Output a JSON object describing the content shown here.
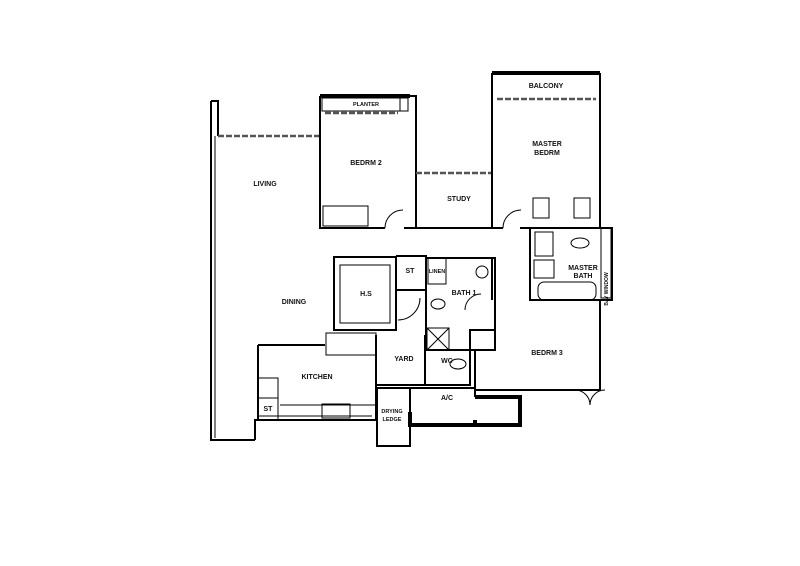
{
  "rooms": {
    "balcony": "BALCONY",
    "planter": "PLANTER",
    "living": "LIVING",
    "bedrm2": "BEDRM 2",
    "study": "STUDY",
    "master_bedrm_line1": "MASTER",
    "master_bedrm_line2": "BEDRM",
    "store_hs": "ST",
    "linen": "LINEN",
    "hs": "H.S",
    "bath1": "BATH 1",
    "master_bath_line1": "MASTER",
    "master_bath_line2": "BATH",
    "bay_window": "BAY WINDOW",
    "dining": "DINING",
    "yard": "YARD",
    "wc": "WC",
    "bedrm3": "BEDRM 3",
    "kitchen": "KITCHEN",
    "ac": "A/C",
    "store_kitchen": "ST",
    "drying_line1": "DRYING",
    "drying_line2": "LEDGE"
  }
}
